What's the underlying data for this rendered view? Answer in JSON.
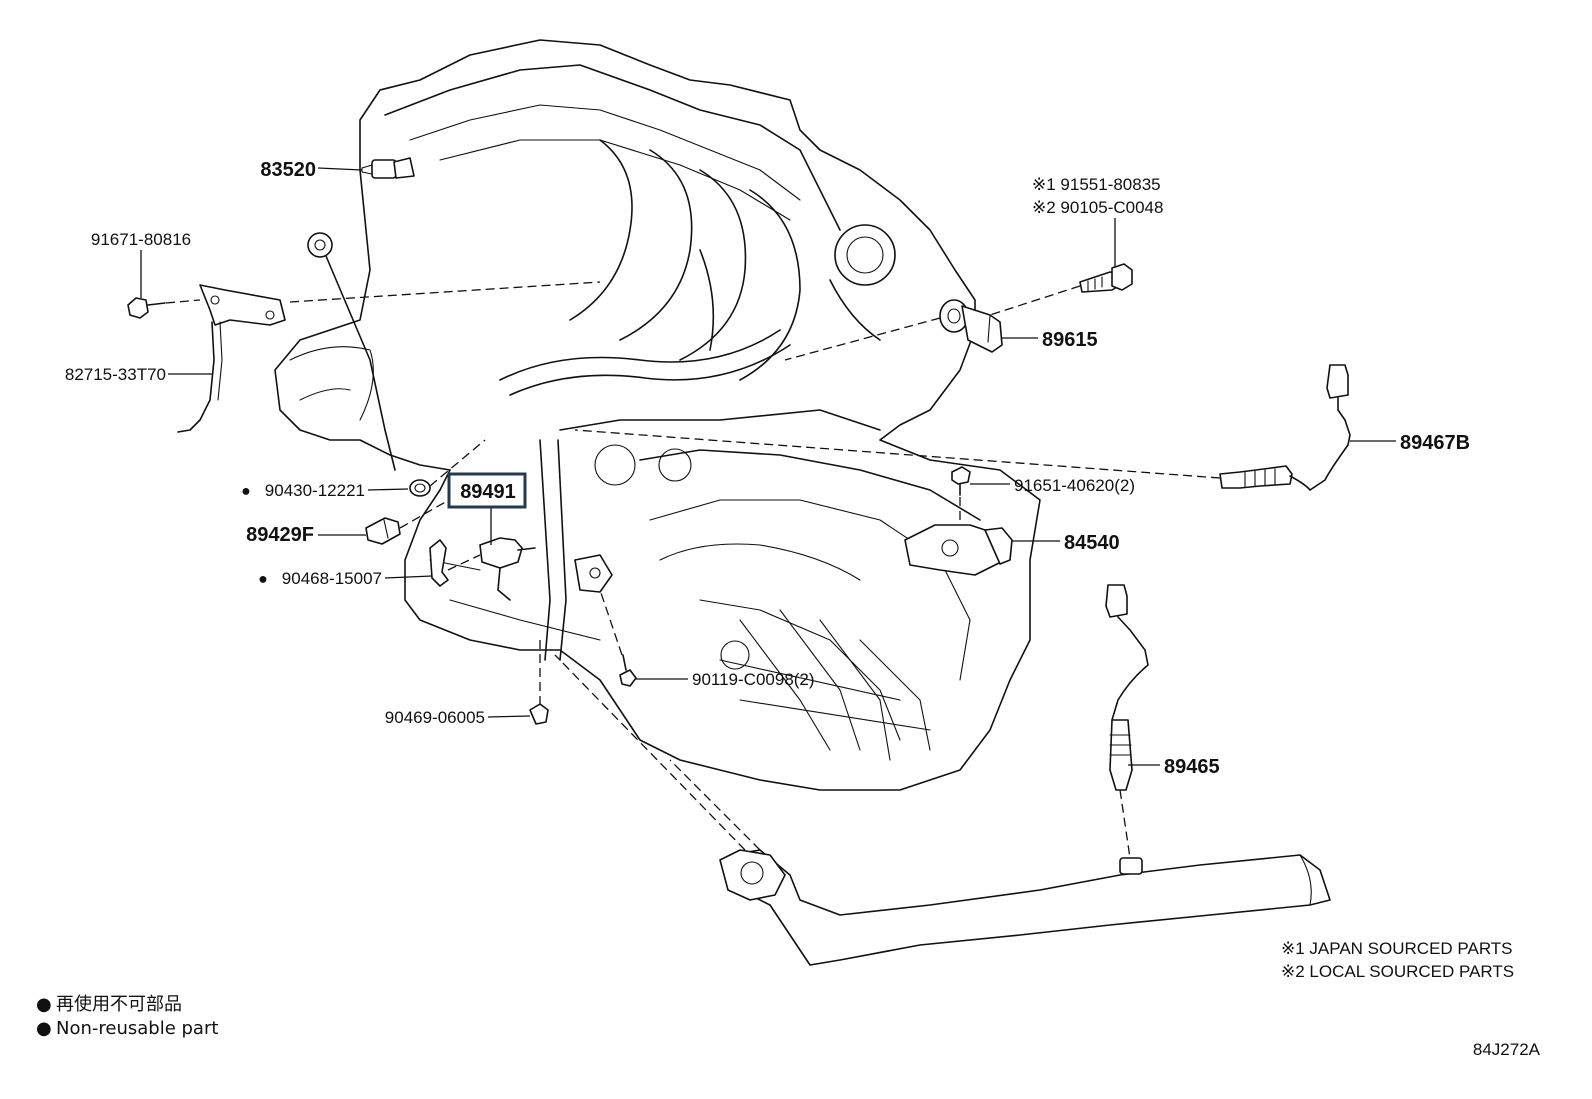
{
  "callouts": {
    "p83520": "83520",
    "p91671": "91671-80816",
    "p82715": "82715-33T70",
    "p90430": "90430-12221",
    "p89491": "89491",
    "p89429F": "89429F",
    "p90468": "90468-15007",
    "p90469": "90469-06005",
    "p90119": "90119-C0098(2)",
    "p91551": "※1 91551-80835",
    "p90105": "※2 90105-C0048",
    "p89615": "89615",
    "p89467B": "89467B",
    "p91651": "91651-40620(2)",
    "p84540": "84540",
    "p89465": "89465"
  },
  "non_reusable_marker": "●",
  "notes": {
    "japan": "※1 JAPAN SOURCED PARTS",
    "local": "※2 LOCAL SOURCED PARTS"
  },
  "legend": {
    "bullet": "●",
    "jp": "再使用不可部品",
    "en": "Non-reusable part"
  },
  "figure_code": "84J272A",
  "colors": {
    "line": "#111111",
    "highlight_box": "#253a4e",
    "background": "#ffffff"
  }
}
